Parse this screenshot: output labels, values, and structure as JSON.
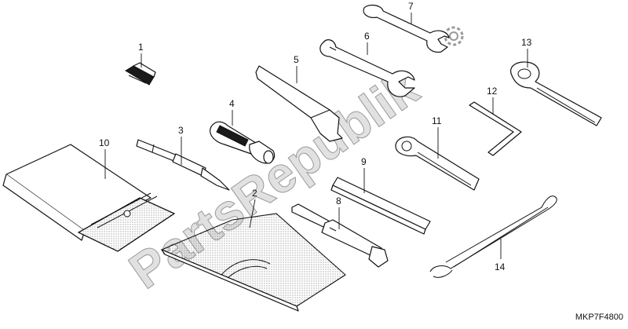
{
  "diagram": {
    "code": "MKP7F4800",
    "watermark": "PartsRepublik",
    "callouts": [
      {
        "id": "1",
        "label": "1"
      },
      {
        "id": "2",
        "label": "2"
      },
      {
        "id": "3",
        "label": "3"
      },
      {
        "id": "4",
        "label": "4"
      },
      {
        "id": "5",
        "label": "5"
      },
      {
        "id": "6",
        "label": "6"
      },
      {
        "id": "7",
        "label": "7"
      },
      {
        "id": "8",
        "label": "8"
      },
      {
        "id": "9",
        "label": "9"
      },
      {
        "id": "10",
        "label": "10"
      },
      {
        "id": "11",
        "label": "11"
      },
      {
        "id": "12",
        "label": "12"
      },
      {
        "id": "13",
        "label": "13"
      },
      {
        "id": "14",
        "label": "14"
      }
    ]
  }
}
